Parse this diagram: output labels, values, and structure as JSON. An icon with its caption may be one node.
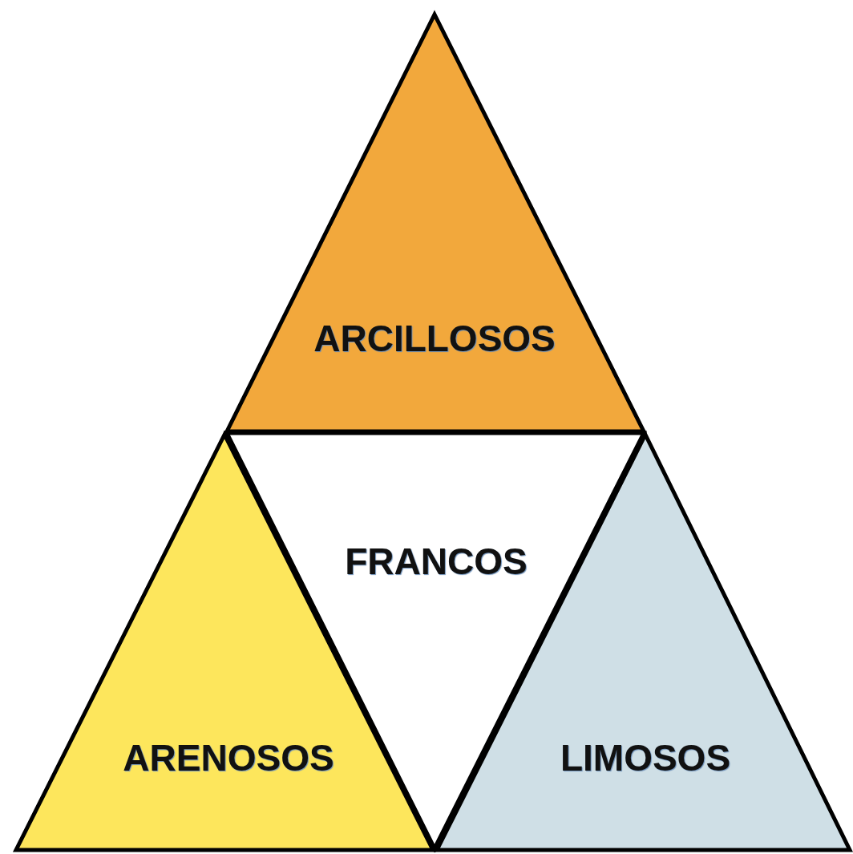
{
  "diagram": {
    "nodes": [
      {
        "text": [
          "ARCILLOSOS"
        ]
      },
      {
        "text": [
          "FRANCOS"
        ]
      },
      {
        "text": [
          "ARENOSOS"
        ]
      },
      {
        "text": [
          "LIMOSOS"
        ]
      }
    ]
  }
}
